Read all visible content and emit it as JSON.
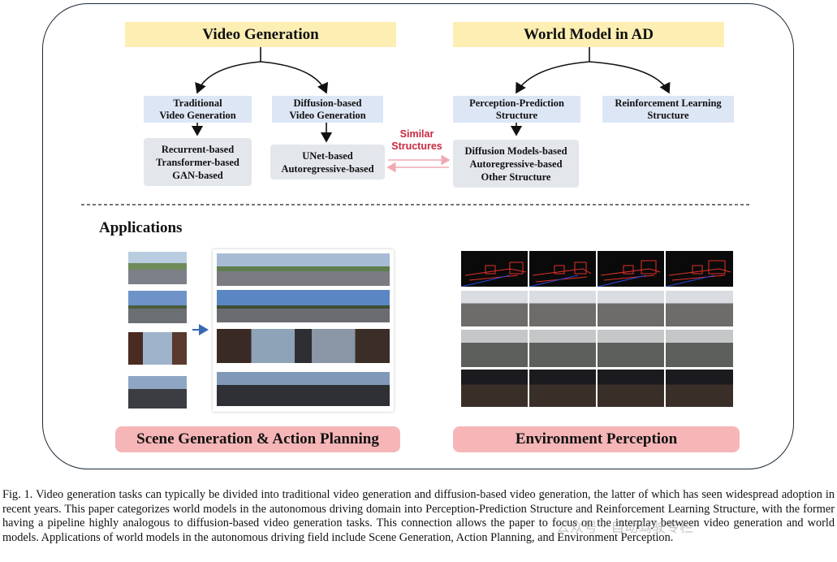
{
  "top": {
    "video_generation": {
      "title": "Video Generation",
      "traditional": "Traditional\nVideo Generation",
      "traditional_methods": "Recurrent-based\nTransformer-based\nGAN-based",
      "diffusion": "Diffusion-based\nVideo Generation",
      "diffusion_methods": "UNet-based\nAutoregressive-based"
    },
    "world_model": {
      "title": "World Model in AD",
      "perception_prediction": "Perception-Prediction\nStructure",
      "perception_methods": "Diffusion Models-based\nAutoregressive-based\nOther Structure",
      "reinforcement": "Reinforcement Learning\nStructure"
    },
    "similar_structures": "Similar\nStructures"
  },
  "applications": {
    "heading": "Applications",
    "left_label": "Scene Generation & Action Planning",
    "right_label": "Environment Perception"
  },
  "caption": "Fig. 1.  Video generation tasks can typically be divided into traditional video generation and diffusion-based video generation, the latter of which has seen widespread adoption in recent years. This paper categorizes world models in the autonomous driving domain into Perception-Prediction Structure and Reinforcement Learning Structure, with the former having a pipeline highly analogous to diffusion-based video generation tasks. This connection allows the paper to focus on the interplay between video generation and world models. Applications of world models in the autonomous driving field include Scene Generation, Action Planning, and Environment Perception.",
  "watermark": "公众号 · 自动驾驶专栏",
  "colors": {
    "title_fill": "#fdeeb3",
    "sub_fill": "#dde6f5",
    "method_fill": "#e3e6eb",
    "app_label_fill": "#f6b6b7",
    "similar_text": "#c8293f",
    "similar_arrow": "#f1a9b4",
    "frame_stroke": "#1d2a3a"
  }
}
